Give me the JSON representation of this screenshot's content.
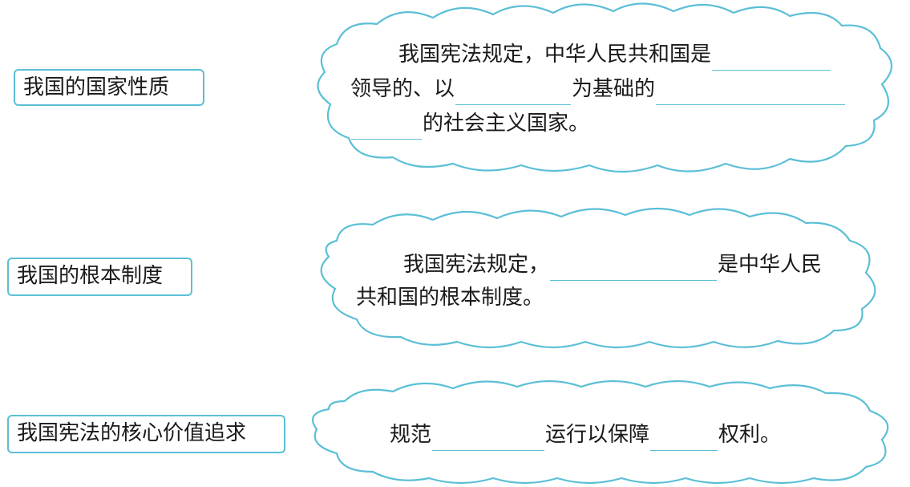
{
  "labels": {
    "nature": "我国的国家性质",
    "system": "我国的根本制度",
    "core": "我国宪法的核心价值追求"
  },
  "cloud1": {
    "line1": "我国宪法规定，中华人民共和国是",
    "line2a": "领导的、以",
    "line2b": "为基础的",
    "line3": "的社会主义国家。"
  },
  "cloud2": {
    "line1a": "我国宪法规定，",
    "line1b": "是中华人民",
    "line2": "共和国的根本制度。"
  },
  "cloud3": {
    "part1": "规范",
    "part2": "运行以保障",
    "part3": "权利。"
  },
  "colors": {
    "accent": "#5bbfd6",
    "text": "#1a1a1a"
  }
}
